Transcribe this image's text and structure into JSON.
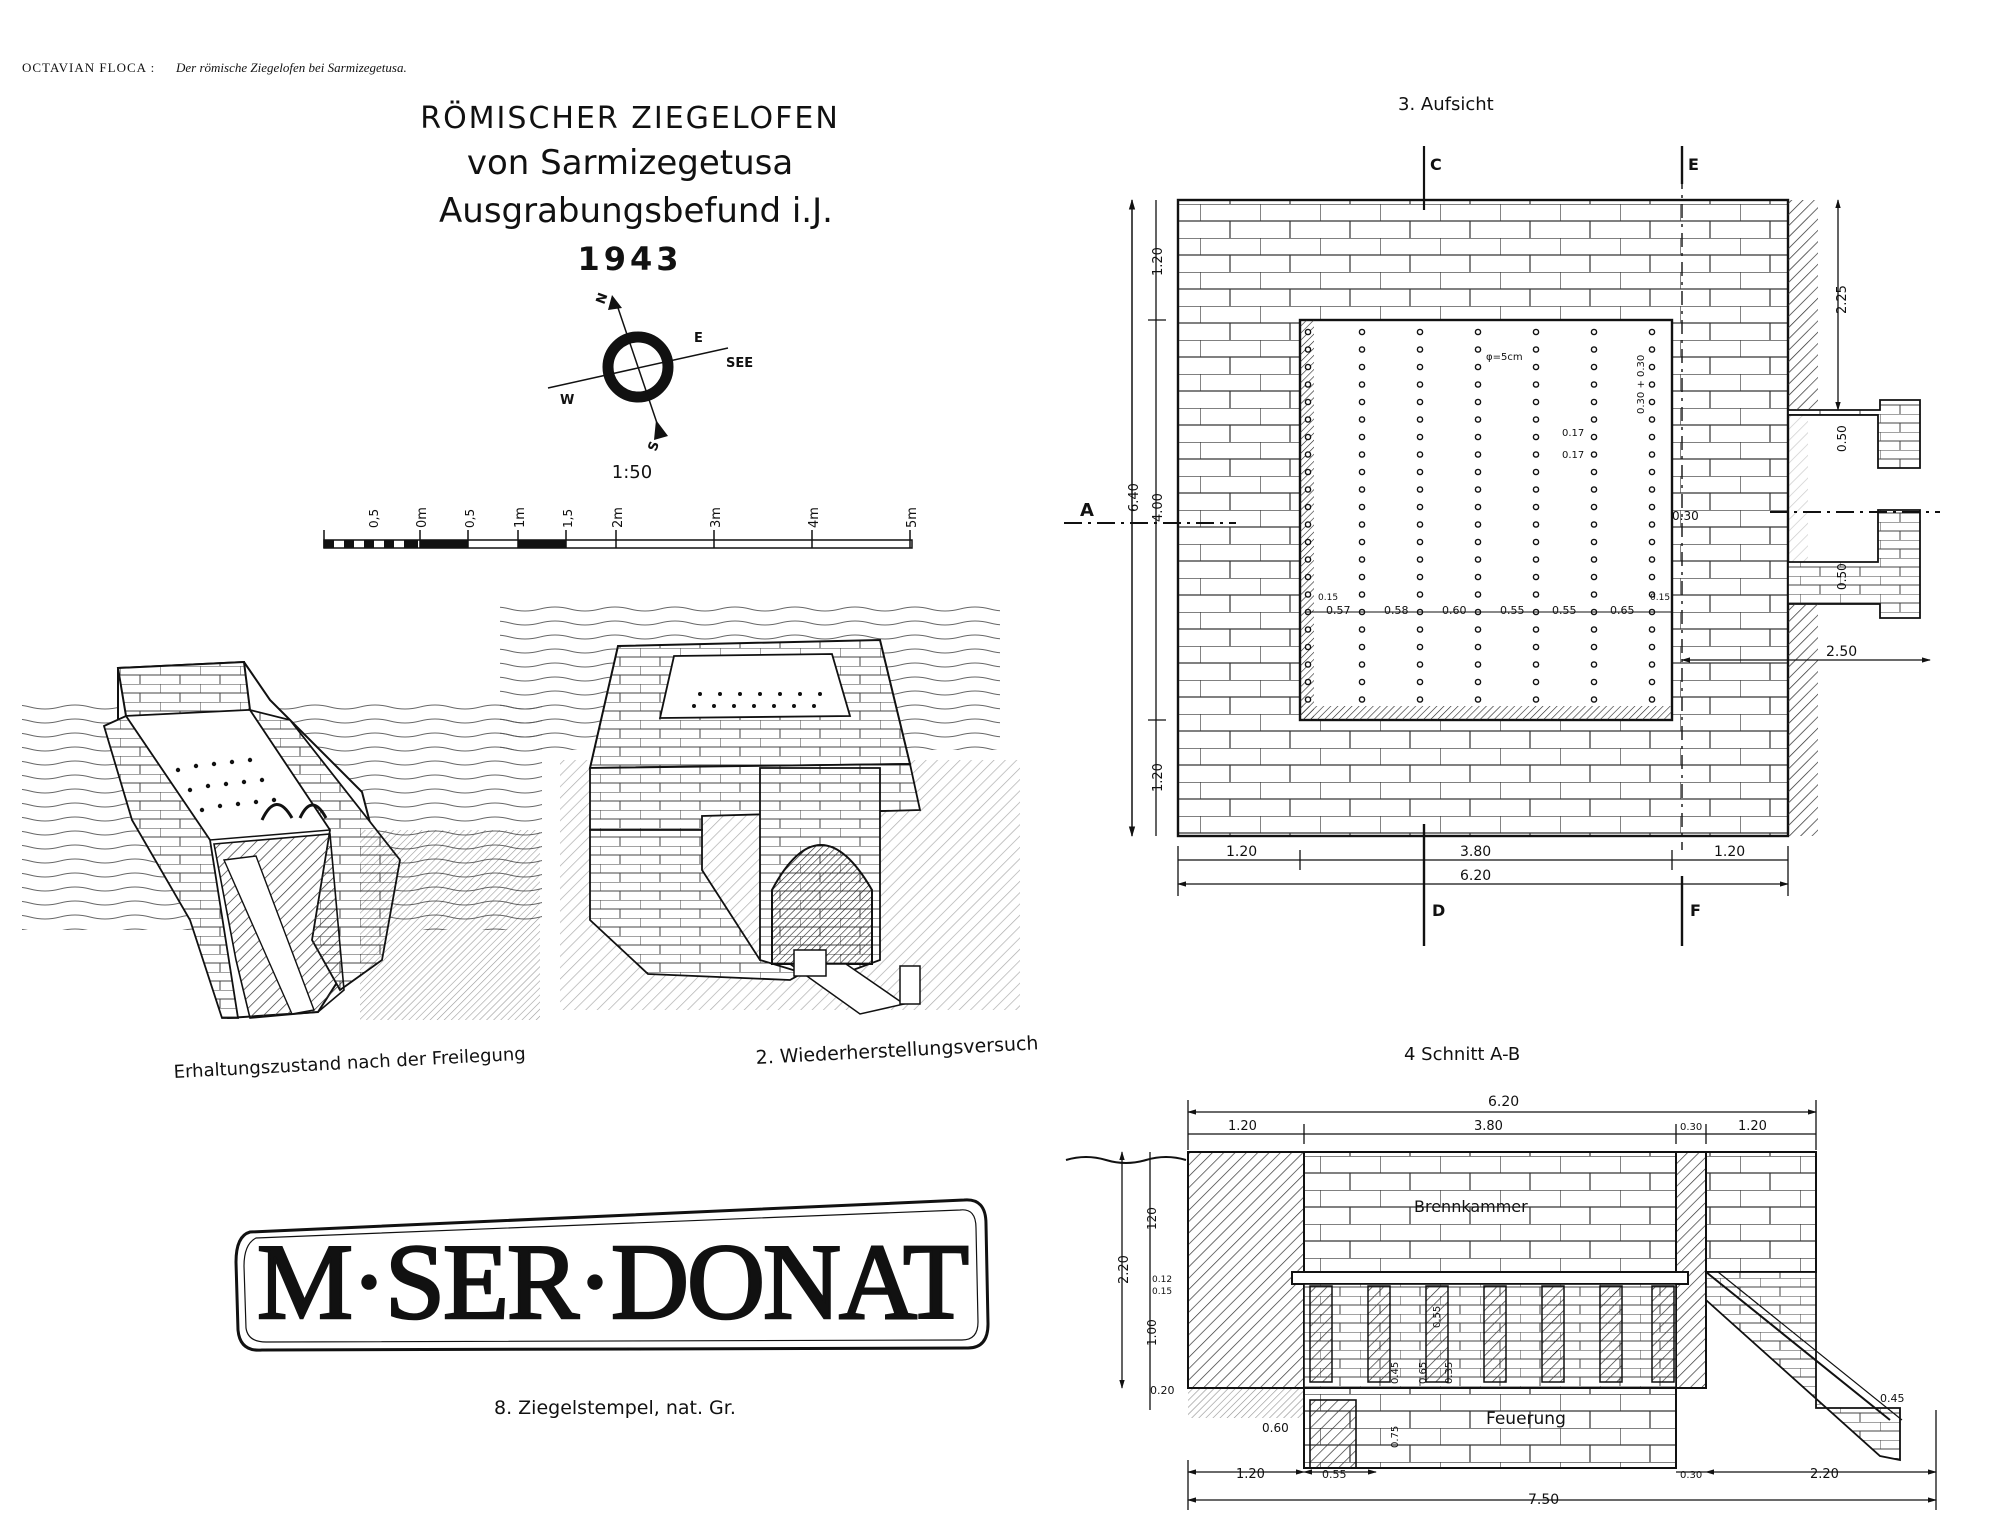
{
  "header": {
    "author": "OCTAVIAN FLOCA :",
    "subtitle": "Der römische Ziegelofen bei Sarmizegetusa."
  },
  "title": {
    "line1": "RÖMISCHER ZIEGELOFEN",
    "line2": "von Sarmizegetusa",
    "line3": "Ausgrabungsbefund i.J.",
    "year": "1943"
  },
  "compass": {
    "n": "N",
    "e": "E",
    "see": "SEE",
    "w": "W",
    "s": "S"
  },
  "scale": {
    "ratio": "1:50",
    "labels": [
      "0,5",
      "0m",
      "0,5",
      "1m",
      "1,5",
      "2m",
      "3m",
      "4m",
      "5m"
    ]
  },
  "captions": {
    "fig1": "Erhaltungszustand nach der Freilegung",
    "fig2": "2. Wiederherstellungsversuch",
    "fig3": "3. Aufsicht",
    "fig4": "4 Schnitt A-B",
    "fig8": "8. Ziegelstempel, nat. Gr."
  },
  "stamp": {
    "text": "M·SER·DONAT"
  },
  "plan": {
    "sections": {
      "a": "A",
      "c": "C",
      "e": "E",
      "d": "D",
      "f": "F"
    },
    "dims": {
      "left_top": "1.20",
      "left_mid": "4.00",
      "left_bot": "1.20",
      "left_total": "6.40",
      "right_top": "2.25",
      "right_050a": "0.50",
      "right_030": "0.30",
      "right_050b": "0.50",
      "right_250": "2.50",
      "bottom_120a": "1.20",
      "bottom_380": "3.80",
      "bottom_120b": "1.20",
      "bottom_620": "6.20",
      "hole": "φ=5cm",
      "grid_030": "0.30 + 0.30",
      "grid_017a": "0.17",
      "grid_017b": "0.17",
      "row": [
        "0.57",
        "0.58",
        "0.60",
        "0.55",
        "0.55",
        "0.65"
      ],
      "small_l": "0.15",
      "small_r": "0.15"
    }
  },
  "section": {
    "labels": {
      "chamber": "Brennkammer",
      "fire": "Feuerung"
    },
    "dims": {
      "top_620": "6.20",
      "top_120a": "1.20",
      "top_380": "3.80",
      "top_030": "0.30",
      "top_120b": "1.20",
      "left_220": "2.20",
      "left_120": "120",
      "left_012": "0.12",
      "left_015": "0.15",
      "left_100": "1.00",
      "left_020": "0.20",
      "left_060": "0.60",
      "in_055": "0.55",
      "in_045": "0.45",
      "in_065": "0.65",
      "in_035": "0.35",
      "in_075": "0.75",
      "right_045": "0.45",
      "bot_120": "1.20",
      "bot_055": "0.55",
      "bot_030": "0.30",
      "bot_220": "2.20",
      "bot_750": "7.50"
    }
  }
}
